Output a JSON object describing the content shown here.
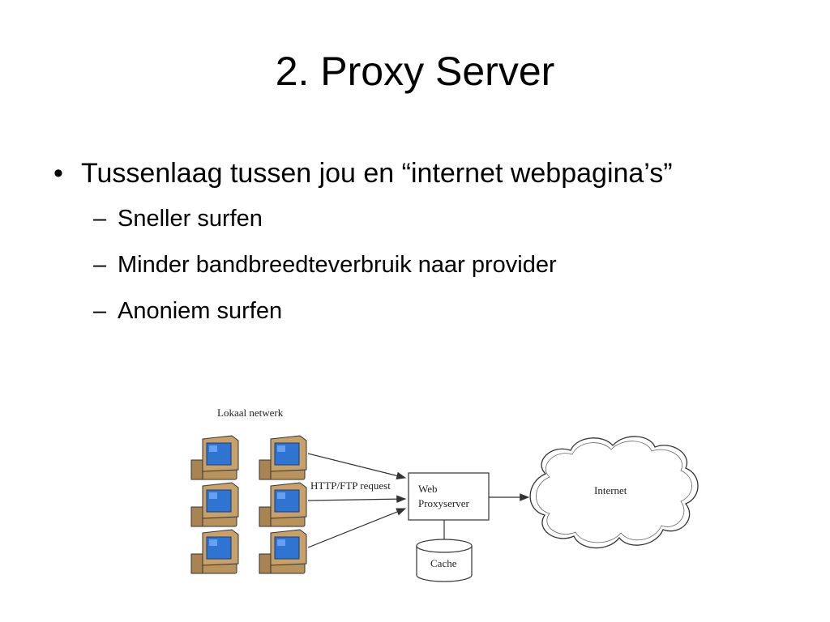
{
  "slide": {
    "title": "2. Proxy Server",
    "bullets": [
      {
        "text": "Tussenlaag tussen jou en “internet webpagina’s”",
        "sub": [
          "Sneller surfen",
          "Minder bandbreedteverbruik naar provider",
          "Anoniem surfen"
        ]
      }
    ]
  },
  "markers": {
    "level1": "•",
    "level2": "–"
  },
  "diagram": {
    "lan_label": "Lokaal netwerk",
    "arrow_label": "HTTP/FTP  request",
    "proxy_label_line1": "Web",
    "proxy_label_line2": "Proxyserver",
    "cache_label": "Cache",
    "internet_label": "Internet",
    "computer_count": 6,
    "colors": {
      "screen": "#2f74d0",
      "monitor": "#c8a06a",
      "outline": "#333333"
    }
  }
}
